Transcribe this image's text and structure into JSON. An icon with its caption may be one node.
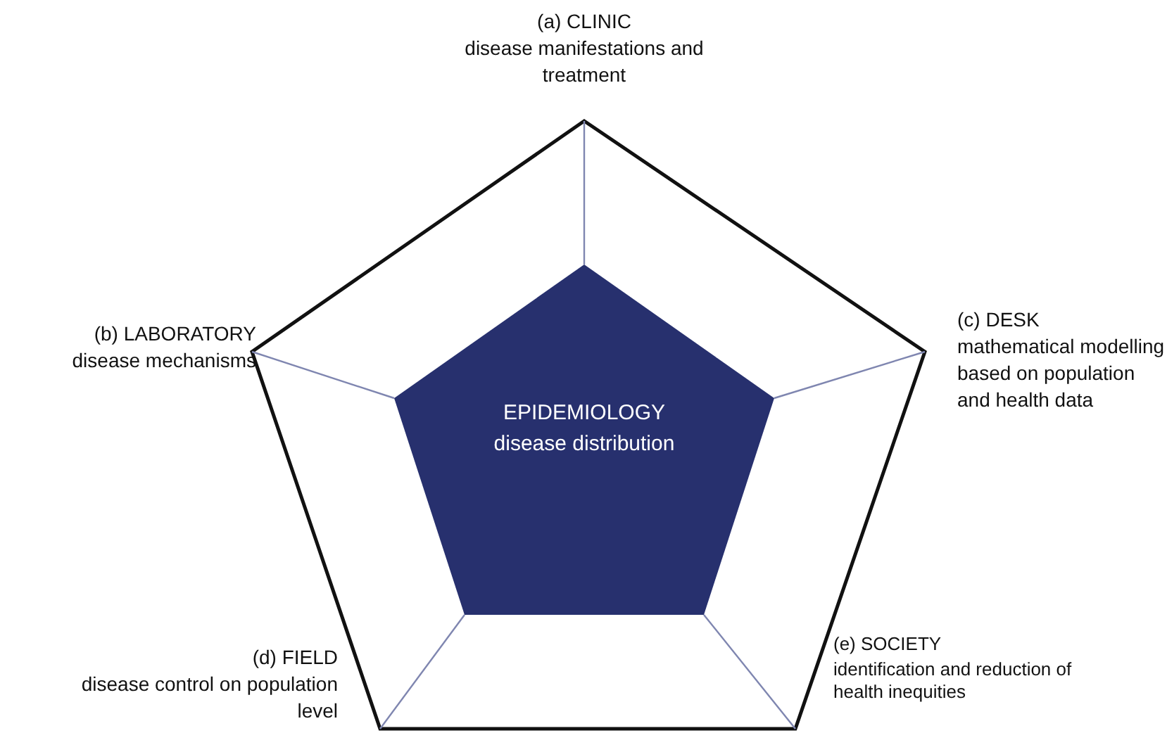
{
  "diagram": {
    "nodes": [
      {
        "text": [],
        "shape": "pentagon"
      },
      {
        "text": [
          "EPIDEMIOLOGY",
          "disease distribution"
        ],
        "in": 0
      }
    ],
    "labels": [
      "(a) CLINIC",
      "disease manifestations and treatment",
      "(b) LABORATORY",
      "disease mechanisms",
      "(c) DESK",
      "mathematical modelling based on population and health data",
      "(d) FIELD",
      "disease control on population level",
      "(e) SOCIETY",
      "identification and reduction of health inequities"
    ]
  }
}
